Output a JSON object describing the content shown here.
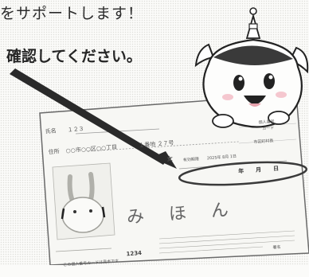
{
  "headline": "をサポートします！",
  "instruction": "確認してください。",
  "card": {
    "field_row1_left": "氏名",
    "field_row1_mid": "１２３",
    "field_row2_left": "住所",
    "field_row2_value": "○○市○○区○○丁目",
    "address_suffix": "１番地 ２７号",
    "field_sex": "女",
    "validity_label": "有効期限",
    "validity_date": "2025年 8月 1日",
    "year_label": "年",
    "month_label": "月",
    "day_label": "日",
    "right_col_1": "個人番号",
    "right_col_2": "カード",
    "right_col_3": "市区町村長",
    "name_handwritten": "み ほ ん",
    "serial": "1234",
    "footer_text": "この個人番号カードは見本です",
    "footer_small": "署名"
  },
  "colors": {
    "arrow": "#2a2a2a",
    "highlight_ellipse": "#3a3a3a",
    "mascot_outline": "#222222",
    "mascot_cheek": "#f3b9c3"
  }
}
